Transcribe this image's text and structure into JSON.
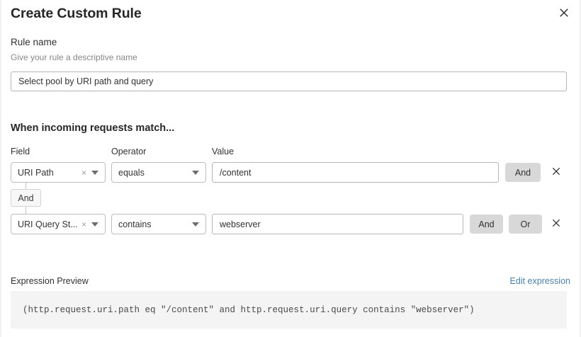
{
  "modal": {
    "title": "Create Custom Rule",
    "close_icon": "close-icon"
  },
  "rule_name": {
    "label": "Rule name",
    "helper": "Give your rule a descriptive name",
    "value": "Select pool by URI path and query",
    "placeholder": "Select pool by URI path and query"
  },
  "conditions": {
    "heading": "When incoming requests match...",
    "columns": {
      "field": "Field",
      "operator": "Operator",
      "value": "Value"
    },
    "connector": {
      "label": "And"
    },
    "rows": [
      {
        "field": "URI Path",
        "field_clear_icon": "clear-x-icon",
        "field_caret_icon": "chevron-down-icon",
        "operator": "equals",
        "operator_caret_icon": "chevron-down-icon",
        "value": "/content",
        "and_label": "And",
        "delete_icon": "close-icon"
      },
      {
        "field": "URI Query St...",
        "field_clear_icon": "clear-x-icon",
        "field_caret_icon": "chevron-down-icon",
        "operator": "contains",
        "operator_caret_icon": "chevron-down-icon",
        "value": "webserver",
        "and_label": "And",
        "or_label": "Or",
        "delete_icon": "close-icon"
      }
    ]
  },
  "expression": {
    "label": "Expression Preview",
    "edit_link": "Edit expression",
    "text": "(http.request.uri.path eq \"/content\" and http.request.uri.query contains \"webserver\")"
  },
  "colors": {
    "link": "#4d81a8",
    "pill_bg": "#d8d8d8",
    "expr_bg": "#f4f4f4",
    "border": "#bdbdbd"
  }
}
